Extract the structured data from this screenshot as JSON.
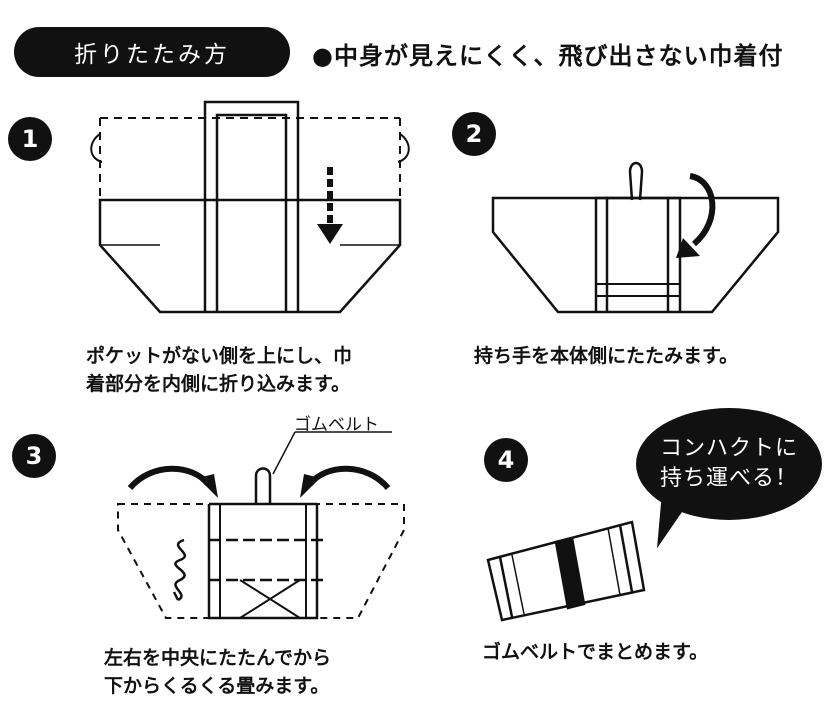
{
  "title": "折りたたみ方",
  "subtitle": "●中身が見えにくく、飛び出さない巾着付",
  "steps": [
    {
      "num": "1",
      "caption_lines": [
        "ポケットがない側を上にし、巾",
        "着部分を内側に折り込みます。"
      ]
    },
    {
      "num": "2",
      "caption_lines": [
        "持ち手を本体側にたたみます。"
      ]
    },
    {
      "num": "3",
      "caption_lines": [
        "左右を中央にたたんでから",
        "下からくるくる畳みます。"
      ]
    },
    {
      "num": "4",
      "caption_lines": [
        "ゴムベルトでまとめます。"
      ]
    }
  ],
  "band_label": "ゴムベルト",
  "bubble_lines": [
    "コンハクトに",
    "持ち運べる！"
  ]
}
